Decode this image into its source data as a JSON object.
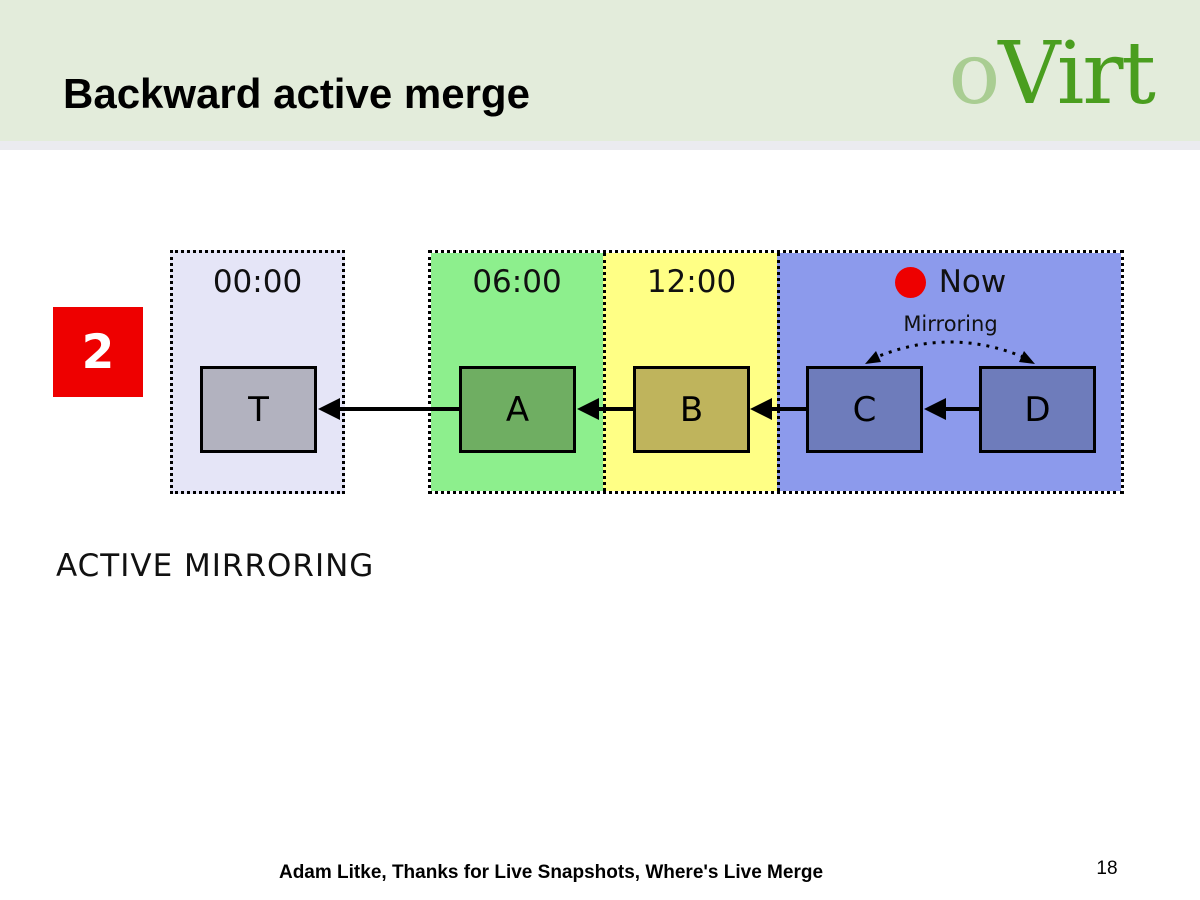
{
  "header": {
    "title": "Backward active merge"
  },
  "logo": {
    "o": "o",
    "virt": "Virt"
  },
  "badge": {
    "number": "2"
  },
  "diagram": {
    "zones": [
      {
        "time": "00:00",
        "volume": "T"
      },
      {
        "time": "06:00",
        "volume": "A"
      },
      {
        "time": "12:00",
        "volume": "B"
      },
      {
        "time": "Now",
        "volumes": [
          "C",
          "D"
        ],
        "mirroring": "Mirroring"
      }
    ],
    "caption": "ACTIVE MIRRORING"
  },
  "footer": {
    "credit": "Adam Litke, Thanks for Live Snapshots, Where's Live Merge",
    "page": "18"
  },
  "colors": {
    "header-bg": "#e3ecdb",
    "header-strip": "#ebebf0",
    "logo-light": "#a9cd92",
    "logo-dark": "#4a9e1f",
    "accent-red": "#ee0000",
    "zone-midnight-bg": "#e5e5f7",
    "zone-morning-bg": "#8def8d",
    "zone-noon-bg": "#ffff85",
    "zone-now-bg": "#8c9aec",
    "volume-t-fill": "#b2b2bf",
    "volume-a-fill": "#6fae62",
    "volume-b-fill": "#bfb45c",
    "volume-cd-fill": "#6e7cbb"
  }
}
